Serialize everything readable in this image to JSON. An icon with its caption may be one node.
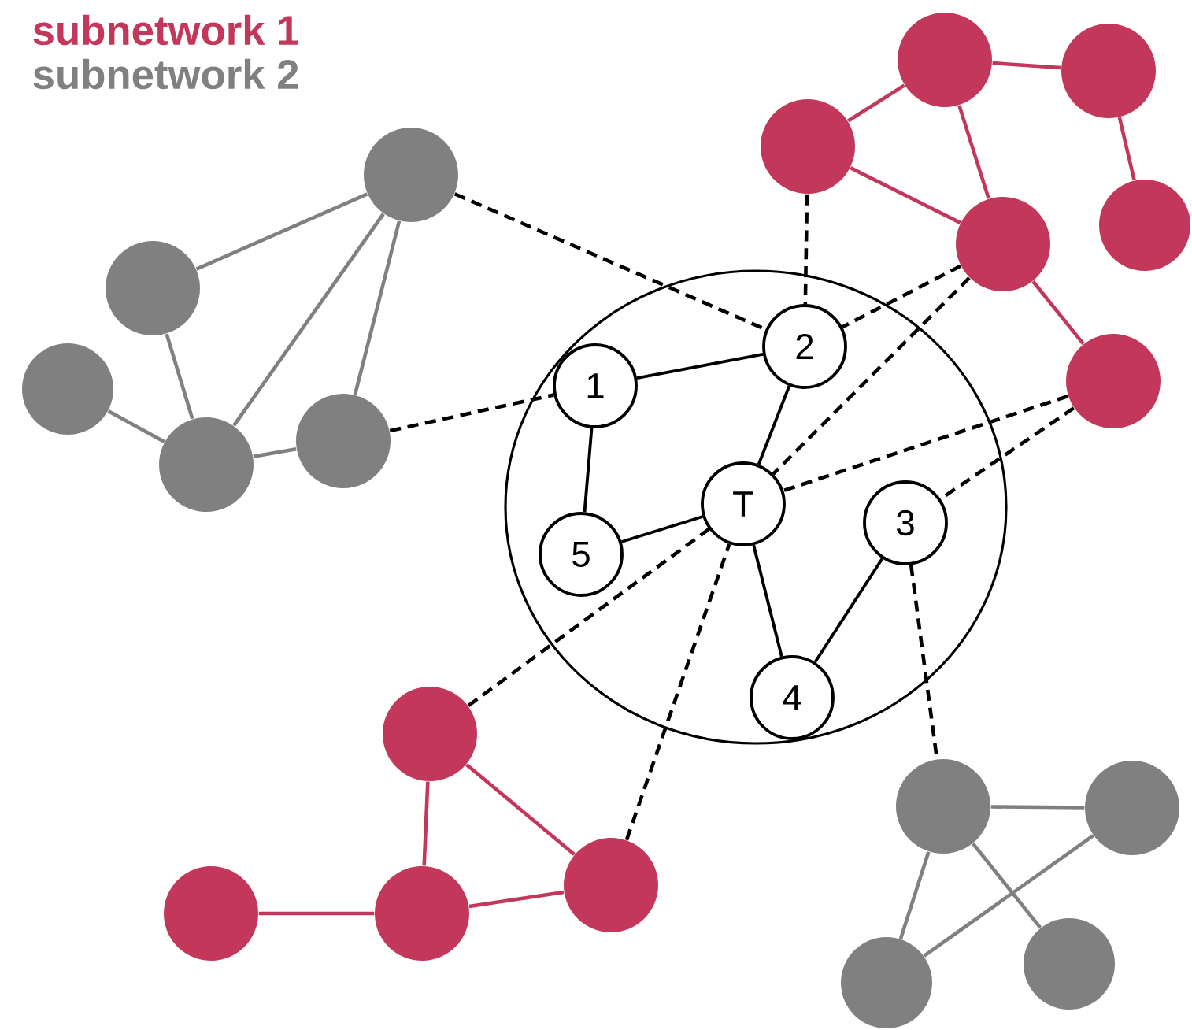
{
  "diagram": {
    "nodes": [
      {
        "text": [],
        "shape": "circle"
      },
      {
        "text": [
          "1"
        ],
        "in": 0
      },
      {
        "text": [
          "2"
        ],
        "in": 0
      },
      {
        "text": [
          "T"
        ],
        "in": 0
      },
      {
        "text": [
          "5"
        ],
        "in": 0
      },
      {
        "text": [
          "3"
        ],
        "in": 0
      },
      {
        "text": [
          "4"
        ],
        "in": 0
      },
      {
        "text": [],
        "shape": "circle"
      },
      {
        "text": [],
        "shape": "circle"
      },
      {
        "text": [],
        "shape": "circle"
      },
      {
        "text": [],
        "shape": "circle"
      },
      {
        "text": [],
        "shape": "circle"
      },
      {
        "text": [],
        "shape": "circle"
      },
      {
        "text": [],
        "shape": "circle"
      },
      {
        "text": [],
        "shape": "circle"
      },
      {
        "text": [],
        "shape": "circle"
      },
      {
        "text": [],
        "shape": "circle"
      },
      {
        "text": [],
        "shape": "circle"
      },
      {
        "text": [],
        "shape": "circle"
      },
      {
        "text": [],
        "shape": "circle"
      },
      {
        "text": [],
        "shape": "circle"
      },
      {
        "text": [],
        "shape": "circle"
      },
      {
        "text": [],
        "shape": "circle"
      },
      {
        "text": [],
        "shape": "circle"
      },
      {
        "text": [],
        "shape": "circle"
      },
      {
        "text": [],
        "shape": "circle"
      }
    ],
    "edges": [
      {
        "from": 1,
        "to": 2,
        "arrow": "none"
      },
      {
        "from": 2,
        "to": 3,
        "arrow": "none"
      },
      {
        "from": 1,
        "to": 4,
        "arrow": "none"
      },
      {
        "from": 4,
        "to": 3,
        "arrow": "none"
      },
      {
        "from": 3,
        "to": 6,
        "arrow": "none"
      },
      {
        "from": 6,
        "to": 5,
        "arrow": "none"
      },
      {
        "from": 7,
        "to": 2,
        "arrow": "none",
        "style": "dashed"
      },
      {
        "from": 11,
        "to": 1,
        "arrow": "none",
        "style": "dashed"
      },
      {
        "from": 12,
        "to": 2,
        "arrow": "none",
        "style": "dashed"
      },
      {
        "from": 16,
        "to": 2,
        "arrow": "none",
        "style": "dashed"
      },
      {
        "from": 16,
        "to": 3,
        "arrow": "none",
        "style": "dashed"
      },
      {
        "from": 17,
        "to": 3,
        "arrow": "none",
        "style": "dashed"
      },
      {
        "from": 17,
        "to": 5,
        "arrow": "none",
        "style": "dashed"
      },
      {
        "from": 18,
        "to": 3,
        "arrow": "none",
        "style": "dashed"
      },
      {
        "from": 21,
        "to": 3,
        "arrow": "none",
        "style": "dashed"
      },
      {
        "from": 5,
        "to": 22,
        "arrow": "none",
        "style": "dashed"
      },
      {
        "from": 7,
        "to": 8,
        "arrow": "none",
        "color": "#808080"
      },
      {
        "from": 7,
        "to": 10,
        "arrow": "none",
        "color": "#808080"
      },
      {
        "from": 7,
        "to": 11,
        "arrow": "none",
        "color": "#808080"
      },
      {
        "from": 8,
        "to": 10,
        "arrow": "none",
        "color": "#808080"
      },
      {
        "from": 9,
        "to": 10,
        "arrow": "none",
        "color": "#808080"
      },
      {
        "from": 10,
        "to": 11,
        "arrow": "none",
        "color": "#808080"
      },
      {
        "from": 12,
        "to": 13,
        "arrow": "none",
        "color": "#c2375a"
      },
      {
        "from": 12,
        "to": 16,
        "arrow": "none",
        "color": "#c2375a"
      },
      {
        "from": 13,
        "to": 14,
        "arrow": "none",
        "color": "#c2375a"
      },
      {
        "from": 13,
        "to": 16,
        "arrow": "none",
        "color": "#c2375a"
      },
      {
        "from": 14,
        "to": 15,
        "arrow": "none",
        "color": "#c2375a"
      },
      {
        "from": 16,
        "to": 17,
        "arrow": "none",
        "color": "#c2375a"
      },
      {
        "from": 18,
        "to": 20,
        "arrow": "none",
        "color": "#c2375a"
      },
      {
        "from": 18,
        "to": 21,
        "arrow": "none",
        "color": "#c2375a"
      },
      {
        "from": 19,
        "to": 20,
        "arrow": "none",
        "color": "#c2375a"
      },
      {
        "from": 20,
        "to": 21,
        "arrow": "none",
        "color": "#c2375a"
      },
      {
        "from": 22,
        "to": 23,
        "arrow": "none",
        "color": "#808080"
      },
      {
        "from": 22,
        "to": 24,
        "arrow": "none",
        "color": "#808080"
      },
      {
        "from": 22,
        "to": 25,
        "arrow": "none",
        "color": "#808080"
      },
      {
        "from": 23,
        "to": 24,
        "arrow": "none",
        "color": "#808080"
      }
    ],
    "legend": [
      {
        "text": "subnetwork 1",
        "color": "#c2375a"
      },
      {
        "text": "subnetwork 2",
        "color": "#808080"
      }
    ]
  }
}
